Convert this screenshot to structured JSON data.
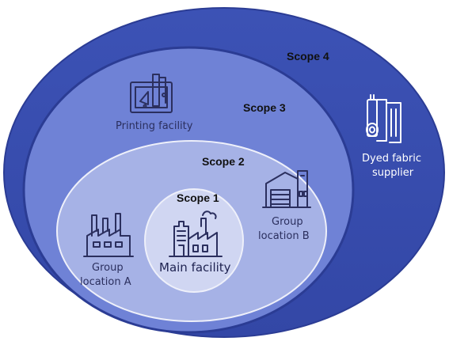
{
  "scopes": {
    "scope4": {
      "label": "Scope 4",
      "color": "#4a60c2"
    },
    "scope3": {
      "label": "Scope 3",
      "color": "#7e8edb"
    },
    "scope2": {
      "label": "Scope 2",
      "color": "#a9b4e8"
    },
    "scope1": {
      "label": "Scope 1",
      "color": "#ced4f1"
    }
  },
  "facilities": {
    "dyed_fabric_supplier": {
      "line1": "Dyed fabric",
      "line2": "supplier",
      "icon": "fabric-roll-icon"
    },
    "printing_facility": {
      "label": "Printing facility",
      "icon": "printing-icon"
    },
    "group_location_a": {
      "line1": "Group",
      "line2": "location A",
      "icon": "factory-icon"
    },
    "group_location_b": {
      "line1": "Group",
      "line2": "location B",
      "icon": "warehouse-icon"
    },
    "main_facility": {
      "label": "Main facility",
      "icon": "main-factory-icon"
    }
  },
  "colors": {
    "icon_dark": "#2b2f5e",
    "icon_light": "#ffffff",
    "outline": "#2e3f9a"
  }
}
